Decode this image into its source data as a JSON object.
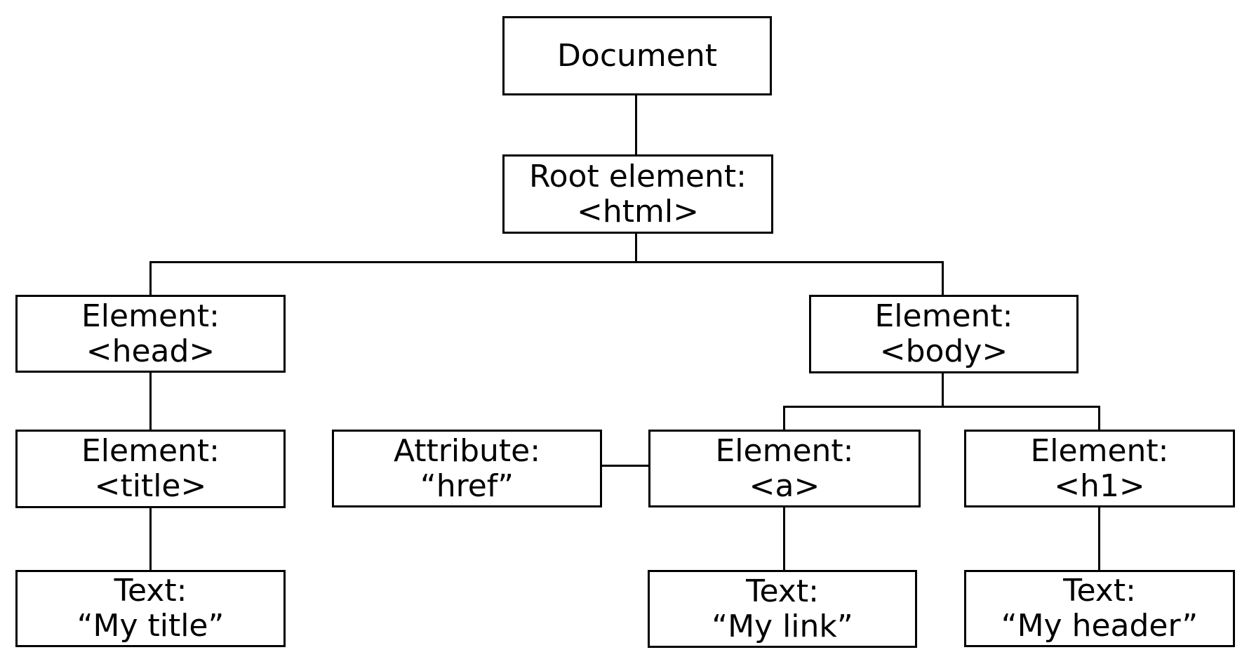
{
  "nodes": {
    "document": {
      "line1": "Document",
      "line2": ""
    },
    "html": {
      "line1": "Root element:",
      "line2": "<html>"
    },
    "head": {
      "line1": "Element:",
      "line2": "<head>"
    },
    "body": {
      "line1": "Element:",
      "line2": "<body>"
    },
    "title": {
      "line1": "Element:",
      "line2": "<title>"
    },
    "attr_href": {
      "line1": "Attribute:",
      "line2": "“href”"
    },
    "a": {
      "line1": "Element:",
      "line2": "<a>"
    },
    "h1": {
      "line1": "Element:",
      "line2": "<h1>"
    },
    "text_title": {
      "line1": "Text:",
      "line2": "“My title”"
    },
    "text_link": {
      "line1": "Text:",
      "line2": "“My link”"
    },
    "text_header": {
      "line1": "Text:",
      "line2": "“My header”"
    }
  },
  "edges": [
    {
      "from": "document",
      "to": "html",
      "type": "parent-child"
    },
    {
      "from": "html",
      "to": "head",
      "type": "parent-child"
    },
    {
      "from": "html",
      "to": "body",
      "type": "parent-child"
    },
    {
      "from": "head",
      "to": "title",
      "type": "parent-child"
    },
    {
      "from": "title",
      "to": "text_title",
      "type": "parent-child"
    },
    {
      "from": "body",
      "to": "a",
      "type": "parent-child"
    },
    {
      "from": "body",
      "to": "h1",
      "type": "parent-child"
    },
    {
      "from": "a",
      "to": "text_link",
      "type": "parent-child"
    },
    {
      "from": "h1",
      "to": "text_header",
      "type": "parent-child"
    },
    {
      "from": "attr_href",
      "to": "a",
      "type": "attribute-link"
    }
  ],
  "colors": {
    "background": "#ffffff",
    "line": "#000000",
    "text": "#000000"
  }
}
